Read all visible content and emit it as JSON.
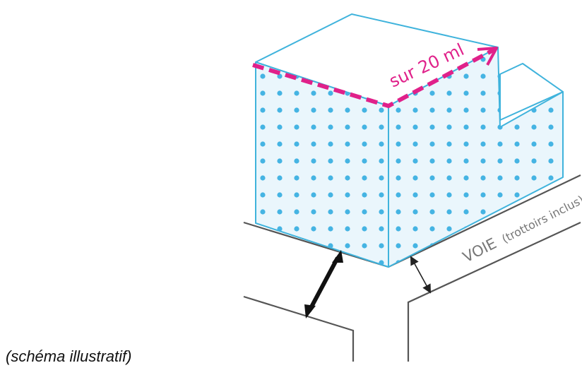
{
  "diagram": {
    "caption": "(schéma illustratif)",
    "frontage_label": "sur 20 ml",
    "road_label_main": "VOIE",
    "road_label_sub": "(trottoirs inclus)"
  },
  "colors": {
    "building_outline": "#3fb3dc",
    "building_fill": "#eaf6fc",
    "dots": "#45b4e3",
    "frontage_dash": "#e0218a",
    "road_lines": "#555555",
    "road_text": "#777777",
    "arrow_thick": "#111111",
    "arrow_thin": "#222222"
  }
}
